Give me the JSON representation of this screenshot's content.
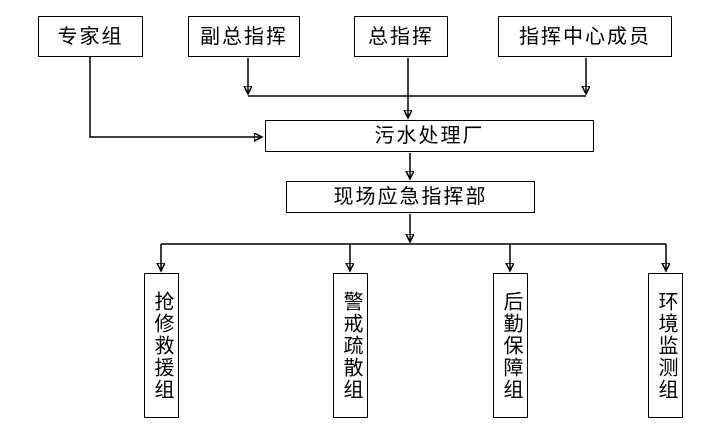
{
  "diagram": {
    "background_color": "#ffffff",
    "line_color": "#000000",
    "text_color": "#000000",
    "top_row": [
      {
        "label": "专家组"
      },
      {
        "label": "副总指挥"
      },
      {
        "label": "总指挥"
      },
      {
        "label": "指挥中心成员"
      }
    ],
    "middle": [
      {
        "label": "污水处理厂"
      },
      {
        "label": "现场应急指挥部"
      }
    ],
    "groups": [
      {
        "label": "抢修救援组"
      },
      {
        "label": "警戒疏散组"
      },
      {
        "label": "后勤保障组"
      },
      {
        "label": "环境监测组"
      }
    ]
  }
}
